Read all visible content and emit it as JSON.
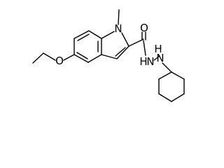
{
  "molecule": {
    "atoms": {
      "ring_nitrogen": "N",
      "methyl": "",
      "ether_oxygen": "O",
      "carbonyl_oxygen": "O",
      "hydrazide_nh_1": "H",
      "hydrazide_n_1": "N",
      "hydrazide_nh_2": "H",
      "hydrazide_n_2": "N"
    }
  }
}
